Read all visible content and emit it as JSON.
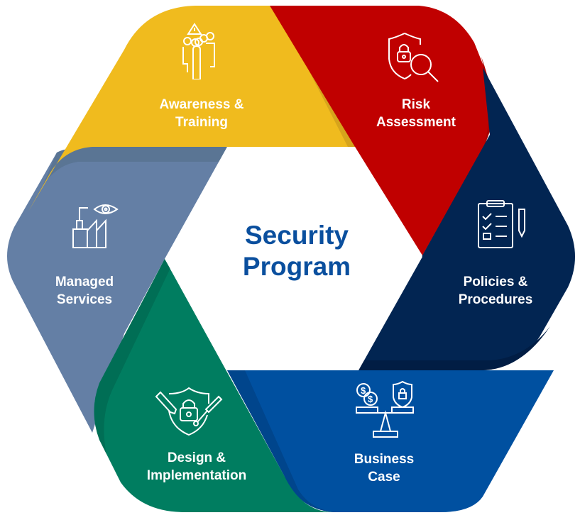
{
  "center": {
    "title_line1": "Security",
    "title_line2": "Program",
    "color": "#0a4f9e"
  },
  "segments": [
    {
      "id": "awareness",
      "line1": "Awareness &",
      "line2": "Training",
      "icon": "people-warning-icon",
      "color": "#f0bb1e",
      "shade": "#d6a41c"
    },
    {
      "id": "risk",
      "line1": "Risk",
      "line2": "Assessment",
      "icon": "shield-lock-magnifier-icon",
      "color": "#c00000",
      "shade": "#a80000"
    },
    {
      "id": "policies",
      "line1": "Policies &",
      "line2": "Procedures",
      "icon": "clipboard-checklist-icon",
      "color": "#022552",
      "shade": "#011d44"
    },
    {
      "id": "business",
      "line1": "Business",
      "line2": "Case",
      "icon": "balance-scale-icon",
      "color": "#0050a0",
      "shade": "#00458c"
    },
    {
      "id": "design",
      "line1": "Design &",
      "line2": "Implementation",
      "icon": "shield-lock-tools-icon",
      "color": "#007d60",
      "shade": "#006e55"
    },
    {
      "id": "managed",
      "line1": "Managed",
      "line2": "Services",
      "icon": "factory-eye-icon",
      "color": "#647fa5",
      "shade": "#5a7594"
    }
  ]
}
